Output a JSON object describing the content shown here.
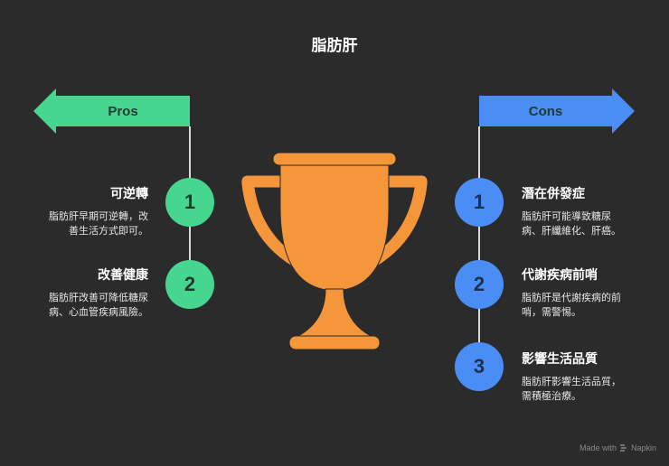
{
  "title": "脂肪肝",
  "colors": {
    "background": "#2b2b2b",
    "pros": "#46d690",
    "cons": "#4a8ef5",
    "trophy": "#f5963a"
  },
  "pros": {
    "label": "Pros",
    "items": [
      {
        "number": "1",
        "title": "可逆轉",
        "desc_line1": "脂肪肝早期可逆轉，改",
        "desc_line2": "善生活方式即可。"
      },
      {
        "number": "2",
        "title": "改善健康",
        "desc_line1": "脂肪肝改善可降低糖尿",
        "desc_line2": "病、心血管疾病風險。"
      }
    ]
  },
  "cons": {
    "label": "Cons",
    "items": [
      {
        "number": "1",
        "title": "潛在併發症",
        "desc_line1": "脂肪肝可能導致糖尿",
        "desc_line2": "病、肝纖維化、肝癌。"
      },
      {
        "number": "2",
        "title": "代謝疾病前哨",
        "desc_line1": "脂肪肝是代謝疾病的前",
        "desc_line2": "哨，需警惕。"
      },
      {
        "number": "3",
        "title": "影響生活品質",
        "desc_line1": "脂肪肝影響生活品質，",
        "desc_line2": "需積極治療。"
      }
    ]
  },
  "center_icon": "trophy-icon",
  "footer": {
    "made_with": "Made with",
    "brand": "Napkin",
    "brand_icon": "napkin-logo-icon"
  }
}
